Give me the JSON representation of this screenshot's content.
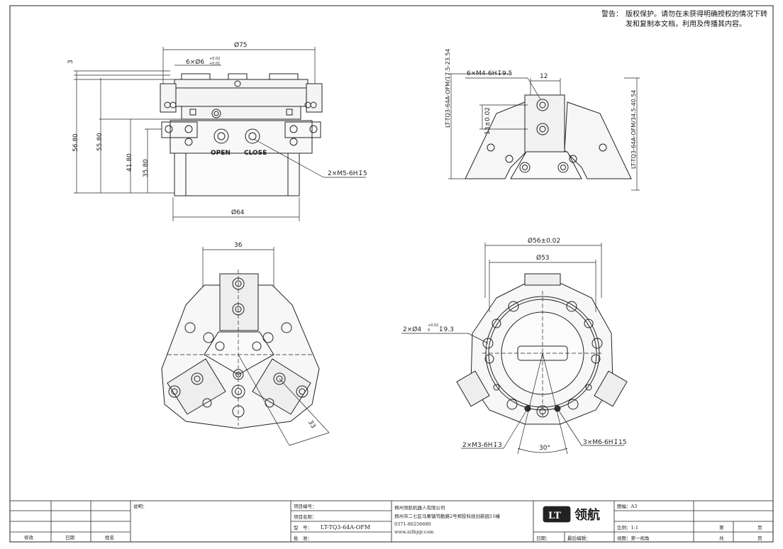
{
  "notice": {
    "label": "警告：",
    "text": "版权保护。请勿在未获得明确授权的情况下转发和复制本文档，利用及传播其内容。"
  },
  "front_view": {
    "dim_top_width": "Ø75",
    "dim_holes": "6×Ø6",
    "dim_holes_tol_upper": "+0.02",
    "dim_holes_tol_lower": "+0.01",
    "dim_flange": "3",
    "dim_h1": "56.80",
    "dim_h2": "55.80",
    "dim_h3": "41.80",
    "dim_h4": "35.80",
    "port_open": "OPEN",
    "port_close": "CLOSE",
    "port_callout": "2×M5-6H↧5",
    "dim_bottom_width": "Ø64"
  },
  "side_view": {
    "dim_threads": "6×M4-6H↧9.5",
    "dim_jaw_width": "12",
    "dim_jaw_spacing": "13±0.02",
    "dim_stroke_left": "LT-TQ3-64A-OFM/17.5-23.54",
    "dim_stroke_right": "LT-TQ3-64A-OFM/34.5-40.54"
  },
  "top_view": {
    "dim_jaw": "36",
    "dim_radial": "33"
  },
  "bottom_view": {
    "dim_outer": "Ø56±0.02",
    "dim_pcd": "Ø53",
    "dowel_callout": "2×Ø4",
    "dowel_tol_upper": "+0.02",
    "dowel_tol_lower": "0",
    "dowel_depth": "↧9.3",
    "m3_callout": "2×M3-6H↧3",
    "m6_callout": "3×M6-6H↧15",
    "angle": "30°"
  },
  "title_block": {
    "rev_headers": [
      "修改",
      "日期",
      "姓名"
    ],
    "note_label": "说明：",
    "project_no_label": "项目编号：",
    "project_name_label": "项目名称：",
    "model_label": "型　号：",
    "model_value": "LT-TQ3-64A-OFM",
    "approve_label": "批　准：",
    "company": "郑州领航机器人有限公司",
    "address": "郑州市二七区马寨镇笃勤路2号郑投科技创新园11幢",
    "phone": "0371-86256680",
    "website": "www.zzlhjqr.com",
    "logo_mark": "LT",
    "logo_text": "领航",
    "date_label": "日期：",
    "last_edit_label": "最后编辑：",
    "sheet_label": "图幅：A3",
    "scale_label": "比例：1:1",
    "view_label": "视图：第一视角",
    "page_label": "第",
    "page_unit": "页",
    "total_label": "共",
    "total_unit": "页"
  }
}
